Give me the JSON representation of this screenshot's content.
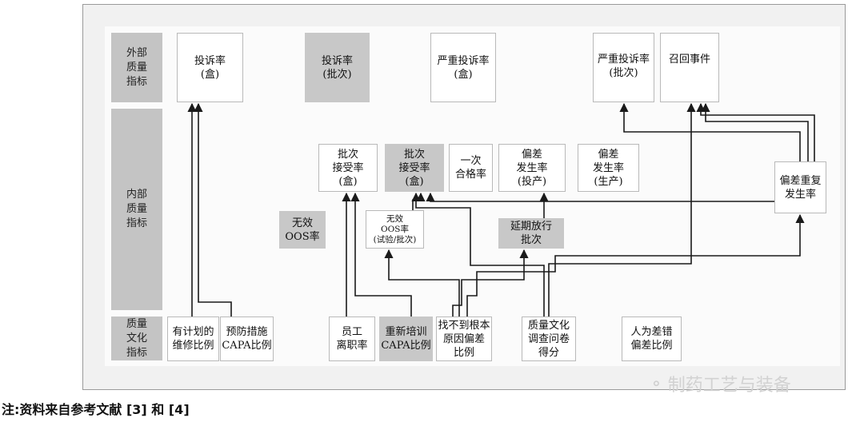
{
  "categories": {
    "external": "外部\n质量\n指标",
    "internal": "内部\n质量\n指标",
    "culture": "质量\n文化\n指标"
  },
  "boxes": {
    "complaint_rate_box": "投诉率\n(盒)",
    "complaint_rate_batch": "投诉率\n(批次)",
    "severe_complaint_box": "严重投诉率\n(盒)",
    "severe_complaint_batch": "严重投诉率\n(批次)",
    "recall_events": "召回事件",
    "batch_accept_box": "批次\n接受率\n(盒)",
    "batch_accept_box_gray": "批次\n接受率\n(盒)",
    "first_pass_rate": "一次\n合格率",
    "deviation_rate_launch": "偏差\n发生率\n(投产)",
    "deviation_rate_production": "偏差\n发生率\n(生产)",
    "deviation_repeat_rate": "偏差重复\n发生率",
    "invalid_oos_rate": "无效\nOOS率",
    "invalid_oos_test_batch": "无效\nOOS率\n(试验/批次)",
    "delayed_release_batch": "延期放行\n批次",
    "planned_maintenance": "有计划的\n维修比例",
    "preventive_capa": "预防措施\nCAPA比例",
    "staff_turnover": "员工\n离职率",
    "retraining_capa": "重新培训\nCAPA比例",
    "no_root_cause_deviation": "找不到根本\n原因偏差\n比例",
    "quality_culture_survey": "质量文化\n调查问卷\n得分",
    "human_error_deviation": "人为差错\n偏差比例"
  },
  "watermark": "制药工艺与装备",
  "footnote": "注:资料来自参考文献 [3] 和 [4]",
  "colors": {
    "gray_box": "#c8c8c8",
    "category": "#c4c4c4",
    "arrow": "#1a1a1a"
  }
}
